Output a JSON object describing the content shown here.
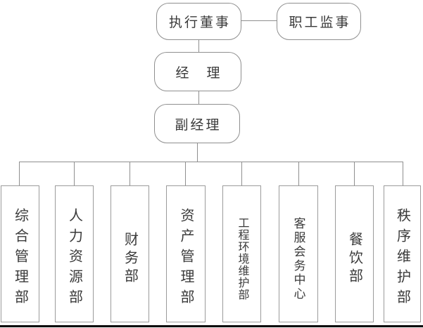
{
  "diagram": {
    "type": "org-chart",
    "nodes": {
      "executive_director": "执行董事",
      "staff_supervisor": "职工监事",
      "manager": "经　理",
      "deputy_manager": "副经理"
    },
    "departments": [
      {
        "name": "综合管理部"
      },
      {
        "name": "人力资源部"
      },
      {
        "name": "财务部"
      },
      {
        "name": "资产管理部"
      },
      {
        "name": "工程环境维护部"
      },
      {
        "name": "客服会务中心"
      },
      {
        "name": "餐饮部"
      },
      {
        "name": "秩序维护部"
      }
    ],
    "colors": {
      "connector": "#8f8f8f",
      "box_border": "#9b9b9b",
      "text": "#3a3a3a",
      "bottom_bar": "#000000",
      "background": "#ffffff"
    }
  }
}
